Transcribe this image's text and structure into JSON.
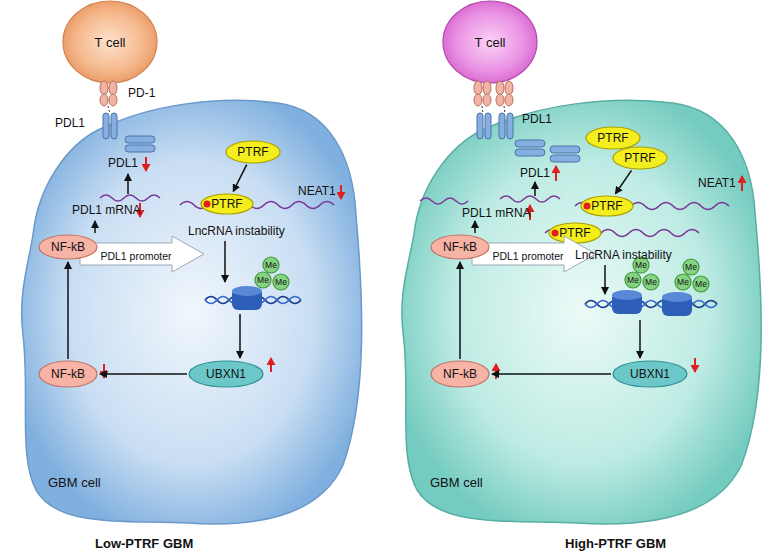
{
  "diagram": {
    "nodes": [
      {
        "text": [
          "T cell"
        ]
      },
      {
        "text": [
          "GBM cell"
        ]
      },
      {
        "text": [
          "PTRF"
        ],
        "in": 1
      },
      {
        "text": [
          "PTRF"
        ],
        "in": 1
      },
      {
        "text": [
          "NF-kB"
        ],
        "in": 1
      },
      {
        "text": [
          "PDL1 promoter"
        ],
        "in": 1
      },
      {
        "text": [
          "Me"
        ],
        "in": 1
      },
      {
        "text": [
          "Me"
        ],
        "in": 1
      },
      {
        "text": [
          "Me"
        ],
        "in": 1
      },
      {
        "text": [
          "UBXN1"
        ],
        "in": 1
      },
      {
        "text": [
          "NF-kB"
        ],
        "in": 1
      },
      {
        "text": [
          "T cell"
        ]
      },
      {
        "text": [
          "GBM cell"
        ]
      },
      {
        "text": [
          "PTRF"
        ],
        "in": 12
      },
      {
        "text": [
          "PTRF"
        ],
        "in": 12
      },
      {
        "text": [
          "PTRF"
        ],
        "in": 12
      },
      {
        "text": [
          "PTRF"
        ],
        "in": 12
      },
      {
        "text": [
          "NF-kB"
        ],
        "in": 12
      },
      {
        "text": [
          "PDL1 promoter"
        ],
        "in": 12
      },
      {
        "text": [
          "Me"
        ],
        "in": 12
      },
      {
        "text": [
          "Me"
        ],
        "in": 12
      },
      {
        "text": [
          "Me"
        ],
        "in": 12
      },
      {
        "text": [
          "Me"
        ],
        "in": 12
      },
      {
        "text": [
          "Me"
        ],
        "in": 12
      },
      {
        "text": [
          "Me"
        ],
        "in": 12
      },
      {
        "text": [
          "UBXN1"
        ],
        "in": 12
      },
      {
        "text": [
          "NF-kB"
        ],
        "in": 12
      }
    ],
    "edges": [
      {
        "from": 2,
        "to": 3,
        "arrow": "to"
      },
      {
        "from": 9,
        "to": 10,
        "arrow": "to"
      },
      {
        "from": 10,
        "to": 4,
        "arrow": "to"
      },
      {
        "from": 14,
        "to": 15,
        "arrow": "to"
      },
      {
        "from": 25,
        "to": 26,
        "arrow": "to"
      },
      {
        "from": 26,
        "to": 17,
        "arrow": "to"
      }
    ],
    "labels": [
      "PD-1",
      "PDL1",
      "PDL1",
      "PDL1 mRNA",
      "NEAT1",
      "LncRNA instability",
      "Low-PTRF GBM",
      "PDL1",
      "PDL1",
      "PDL1 mRNA",
      "NEAT1",
      "LncRNA instability",
      "High-PTRF GBM"
    ]
  }
}
